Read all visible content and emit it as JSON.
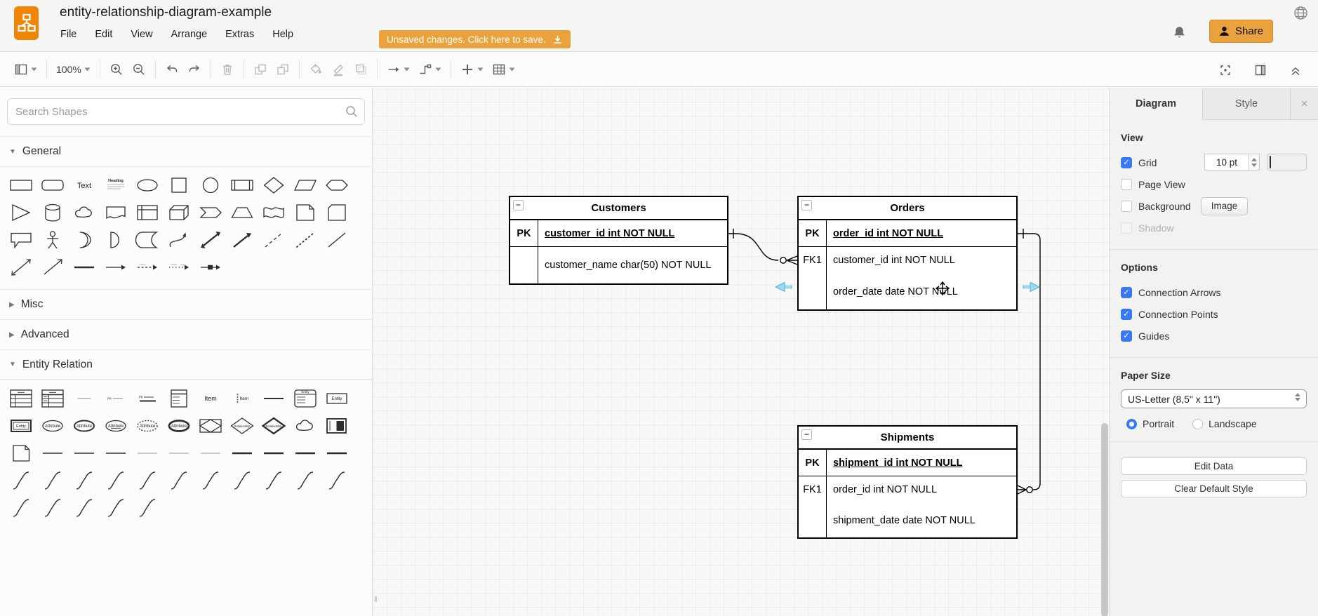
{
  "colors": {
    "accent_orange": "#e9a23c",
    "logo_orange": "#ef8506",
    "checkbox_blue": "#3778f6",
    "hover_arrow_blue": "#56add6"
  },
  "header": {
    "title": "entity-relationship-diagram-example",
    "menus": [
      "File",
      "Edit",
      "View",
      "Arrange",
      "Extras",
      "Help"
    ],
    "unsaved_button": "Unsaved changes. Click here to save.",
    "share_label": "Share"
  },
  "toolbar": {
    "zoom_level": "100%",
    "items": [
      {
        "icon": "view-panels",
        "caret": true
      },
      {
        "sep": true
      },
      {
        "icon": "zoom-level",
        "caret": true
      },
      {
        "sep": true
      },
      {
        "icon": "zoom-in"
      },
      {
        "icon": "zoom-out"
      },
      {
        "sep": true
      },
      {
        "icon": "undo"
      },
      {
        "icon": "redo"
      },
      {
        "sep": true
      },
      {
        "icon": "delete",
        "disabled": true
      },
      {
        "sep": true
      },
      {
        "icon": "to-front",
        "disabled": true
      },
      {
        "icon": "to-back",
        "disabled": true
      },
      {
        "sep": true
      },
      {
        "icon": "fill-color",
        "disabled": true
      },
      {
        "icon": "line-color",
        "disabled": true
      },
      {
        "icon": "shadow",
        "disabled": true
      },
      {
        "sep": true
      },
      {
        "icon": "connection",
        "caret": true
      },
      {
        "icon": "waypoints",
        "caret": true
      },
      {
        "sep": true
      },
      {
        "icon": "insert",
        "caret": true
      },
      {
        "icon": "table",
        "caret": true
      }
    ],
    "right_items": [
      {
        "icon": "fullscreen"
      },
      {
        "icon": "format-panel"
      },
      {
        "icon": "collapse"
      }
    ]
  },
  "sidebar": {
    "search_placeholder": "Search Shapes",
    "sections": [
      {
        "label": "General",
        "expanded": true
      },
      {
        "label": "Misc",
        "expanded": false
      },
      {
        "label": "Advanced",
        "expanded": false
      },
      {
        "label": "Entity Relation",
        "expanded": true
      }
    ],
    "labels": {
      "text": "Text",
      "heading": "Heading",
      "item": "Item",
      "entity": "Entity",
      "attribute": "Attribute",
      "relationship": "Relationship"
    },
    "general_shapes": [
      "rectangle",
      "rounded-rectangle",
      "text",
      "textbox",
      "ellipse",
      "square",
      "circle",
      "process",
      "diamond",
      "parallelogram",
      "hexagon",
      "triangle",
      "cylinder",
      "cloud",
      "document",
      "internal-storage",
      "cube",
      "step",
      "trapezoid",
      "tape",
      "note",
      "card",
      "callout",
      "actor",
      "or",
      "and",
      "data-storage",
      "curve",
      "bidirectional-arrow",
      "arrow",
      "dashed-line",
      "dotted-line",
      "line",
      "bidirectional-connector",
      "connector",
      "horizontal-line",
      "directional-connector",
      "dashed-connector",
      "dotted-connector",
      "link"
    ],
    "entity_relation_shapes": [
      "er-table",
      "er-table-2",
      "er-row",
      "er-row-pk",
      "er-row-unique",
      "er-list",
      "er-item-text",
      "er-item",
      "er-line",
      "er-entity-rows",
      "entity",
      "entity-2",
      "attribute",
      "attribute-2",
      "attribute-key",
      "attribute-dashed",
      "attribute-multi",
      "associative-entity",
      "relationship",
      "relationship-2",
      "er-cloud",
      "er-frame",
      "er-note",
      "line-1",
      "line-2",
      "line-3",
      "line-4",
      "line-5",
      "line-6",
      "line-7",
      "line-8",
      "line-9",
      "er-line-2",
      "edge-1",
      "edge-2",
      "edge-3",
      "edge-4",
      "edge-5",
      "edge-6",
      "edge-7",
      "edge-8",
      "edge-9",
      "edge-10",
      "edge-11",
      "edge-12",
      "edge-13",
      "edge-14",
      "edge-15",
      "edge-16"
    ]
  },
  "diagram": {
    "tables": [
      {
        "name": "Customers",
        "rows": [
          {
            "key": "PK",
            "value": "customer_id int NOT NULL",
            "primary": true
          },
          {
            "key": "",
            "value": "customer_name char(50) NOT NULL",
            "primary": false
          }
        ]
      },
      {
        "name": "Orders",
        "rows": [
          {
            "key": "PK",
            "value": "order_id int NOT NULL",
            "primary": true
          },
          {
            "key": "FK1",
            "value": "customer_id int NOT NULL",
            "primary": false
          },
          {
            "key": "",
            "value": "order_date date NOT NULL",
            "primary": false
          }
        ]
      },
      {
        "name": "Shipments",
        "rows": [
          {
            "key": "PK",
            "value": "shipment_id int NOT NULL",
            "primary": true
          },
          {
            "key": "FK1",
            "value": "order_id int NOT NULL",
            "primary": false
          },
          {
            "key": "",
            "value": "shipment_date date NOT NULL",
            "primary": false
          }
        ]
      }
    ]
  },
  "format_panel": {
    "tabs": [
      {
        "label": "Diagram",
        "active": true
      },
      {
        "label": "Style",
        "active": false
      }
    ],
    "view": {
      "title": "View",
      "grid": "Grid",
      "grid_size": "10 pt",
      "page_view": "Page View",
      "background": "Background",
      "image_button": "Image",
      "shadow": "Shadow"
    },
    "options": {
      "title": "Options",
      "connection_arrows": "Connection Arrows",
      "connection_points": "Connection Points",
      "guides": "Guides"
    },
    "paper": {
      "title": "Paper Size",
      "value": "US-Letter (8,5\" x 11\")",
      "portrait": "Portrait",
      "landscape": "Landscape"
    },
    "buttons": {
      "edit_data": "Edit Data",
      "clear_default_style": "Clear Default Style"
    }
  }
}
